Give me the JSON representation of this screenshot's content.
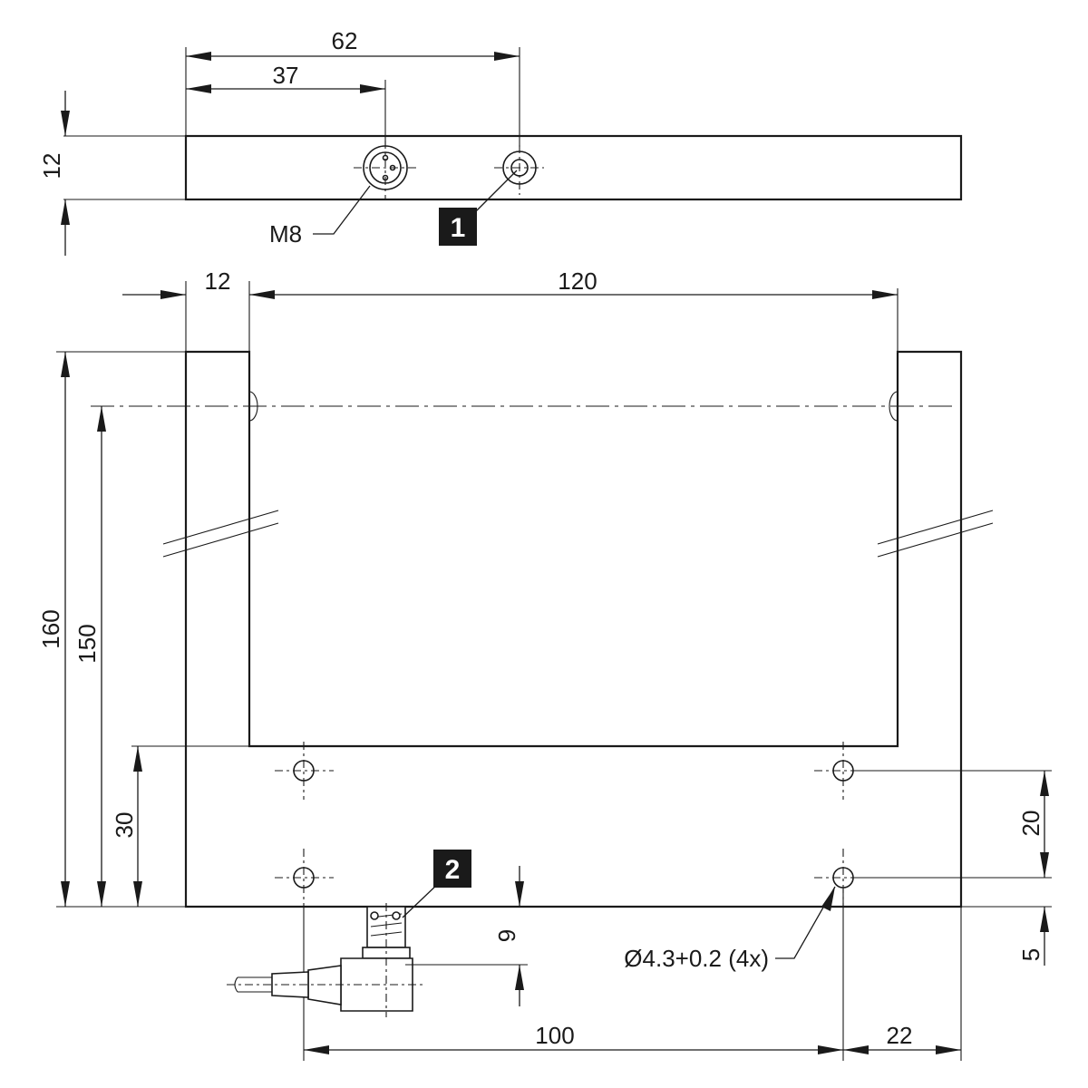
{
  "top_view": {
    "dim_overall_length": "62",
    "dim_connector_offset": "37",
    "dim_height": "12",
    "connector_label": "M8",
    "callout_1": "1"
  },
  "front_view": {
    "dim_side_width": "12",
    "dim_inner_width": "120",
    "dim_total_height": "160",
    "dim_axis_height": "150",
    "dim_hole_row_height": "30",
    "dim_hole_spacing_vertical": "20",
    "dim_hole_offset_bottom": "5",
    "dim_connector_depth": "9",
    "dim_hole_spacing_horizontal": "100",
    "dim_hole_offset_side": "22",
    "hole_label": "Ø4.3+0.2 (4x)",
    "callout_2": "2"
  }
}
